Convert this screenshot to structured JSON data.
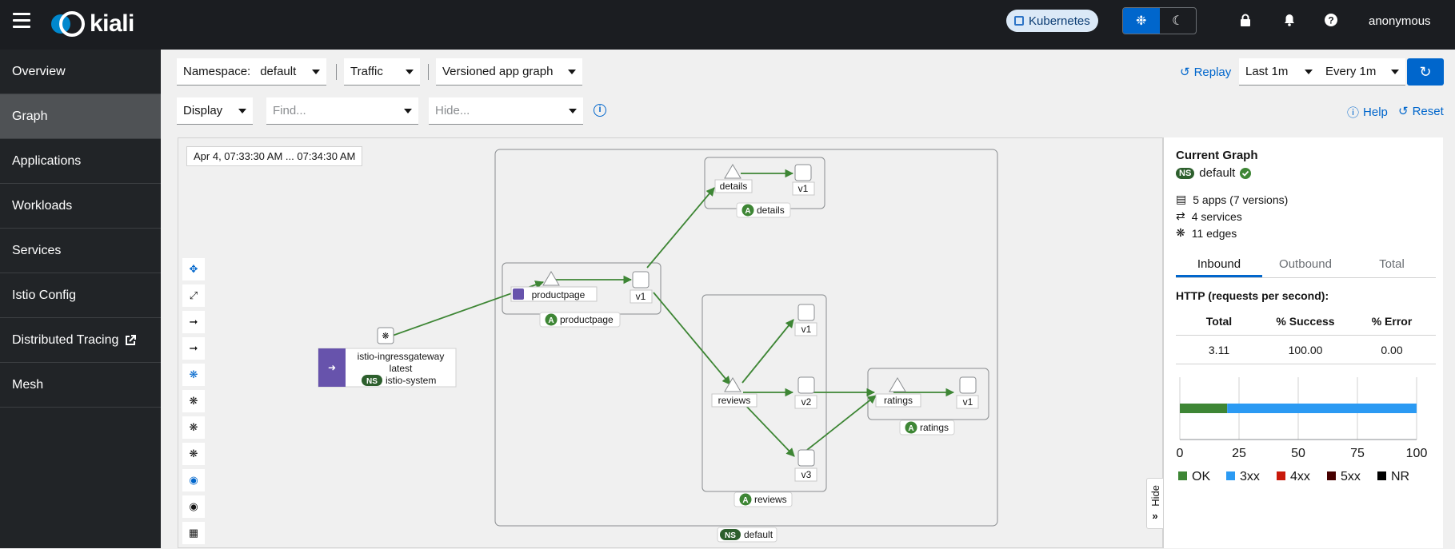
{
  "app": {
    "brand": "kiali"
  },
  "topbar": {
    "cluster_label": "Kubernetes",
    "theme_light_icon": "sun-icon",
    "theme_dark_icon": "moon-icon",
    "username": "anonymous"
  },
  "sidebar": {
    "items": [
      {
        "label": "Overview"
      },
      {
        "label": "Graph",
        "active": true
      },
      {
        "label": "Applications"
      },
      {
        "label": "Workloads"
      },
      {
        "label": "Services"
      },
      {
        "label": "Istio Config"
      },
      {
        "label": "Distributed Tracing"
      },
      {
        "label": "Mesh"
      }
    ]
  },
  "toolbar": {
    "namespace_label": "Namespace:",
    "namespace_value": "default",
    "traffic": "Traffic",
    "graph_type": "Versioned app graph",
    "display": "Display",
    "find_placeholder": "Find...",
    "hide_placeholder": "Hide...",
    "replay": "Replay",
    "duration": "Last 1m",
    "refresh_interval": "Every 1m",
    "help": "Help",
    "reset": "Reset"
  },
  "graph": {
    "timestamp": "Apr 4, 07:33:30 AM ... 07:34:30 AM",
    "namespace_box": "default",
    "nodes": {
      "details_svc": "details",
      "details_v1": "v1",
      "details_app": "details",
      "productpage_svc": "productpage",
      "productpage_v1": "v1",
      "productpage_app": "productpage",
      "reviews_svc": "reviews",
      "reviews_v1": "v1",
      "reviews_v2": "v2",
      "reviews_v3": "v3",
      "reviews_app": "reviews",
      "ratings_svc": "ratings",
      "ratings_v1": "v1",
      "ratings_app": "ratings",
      "gateway_name": "istio-ingressgateway",
      "gateway_version": "latest",
      "gateway_ns": "istio-system"
    },
    "edge_color": "#3e8635"
  },
  "panel": {
    "title": "Current Graph",
    "namespace": "default",
    "apps": "5 apps (7 versions)",
    "services": "4 services",
    "edges": "11 edges",
    "tabs": [
      "Inbound",
      "Outbound",
      "Total"
    ],
    "active_tab": "Inbound",
    "http_heading": "HTTP (requests per second):",
    "table_headers": [
      "Total",
      "% Success",
      "% Error"
    ],
    "table_values": [
      "3.11",
      "100.00",
      "0.00"
    ],
    "bar": {
      "ok_pct": 20,
      "3xx_pct": 80
    },
    "axis_ticks": [
      "0",
      "25",
      "50",
      "75",
      "100"
    ],
    "legend": [
      {
        "label": "OK",
        "color": "#3e8635"
      },
      {
        "label": "3xx",
        "color": "#2b9af3"
      },
      {
        "label": "4xx",
        "color": "#c9190b"
      },
      {
        "label": "5xx",
        "color": "#470000"
      },
      {
        "label": "NR",
        "color": "#000000"
      }
    ],
    "hide_label": "Hide"
  }
}
